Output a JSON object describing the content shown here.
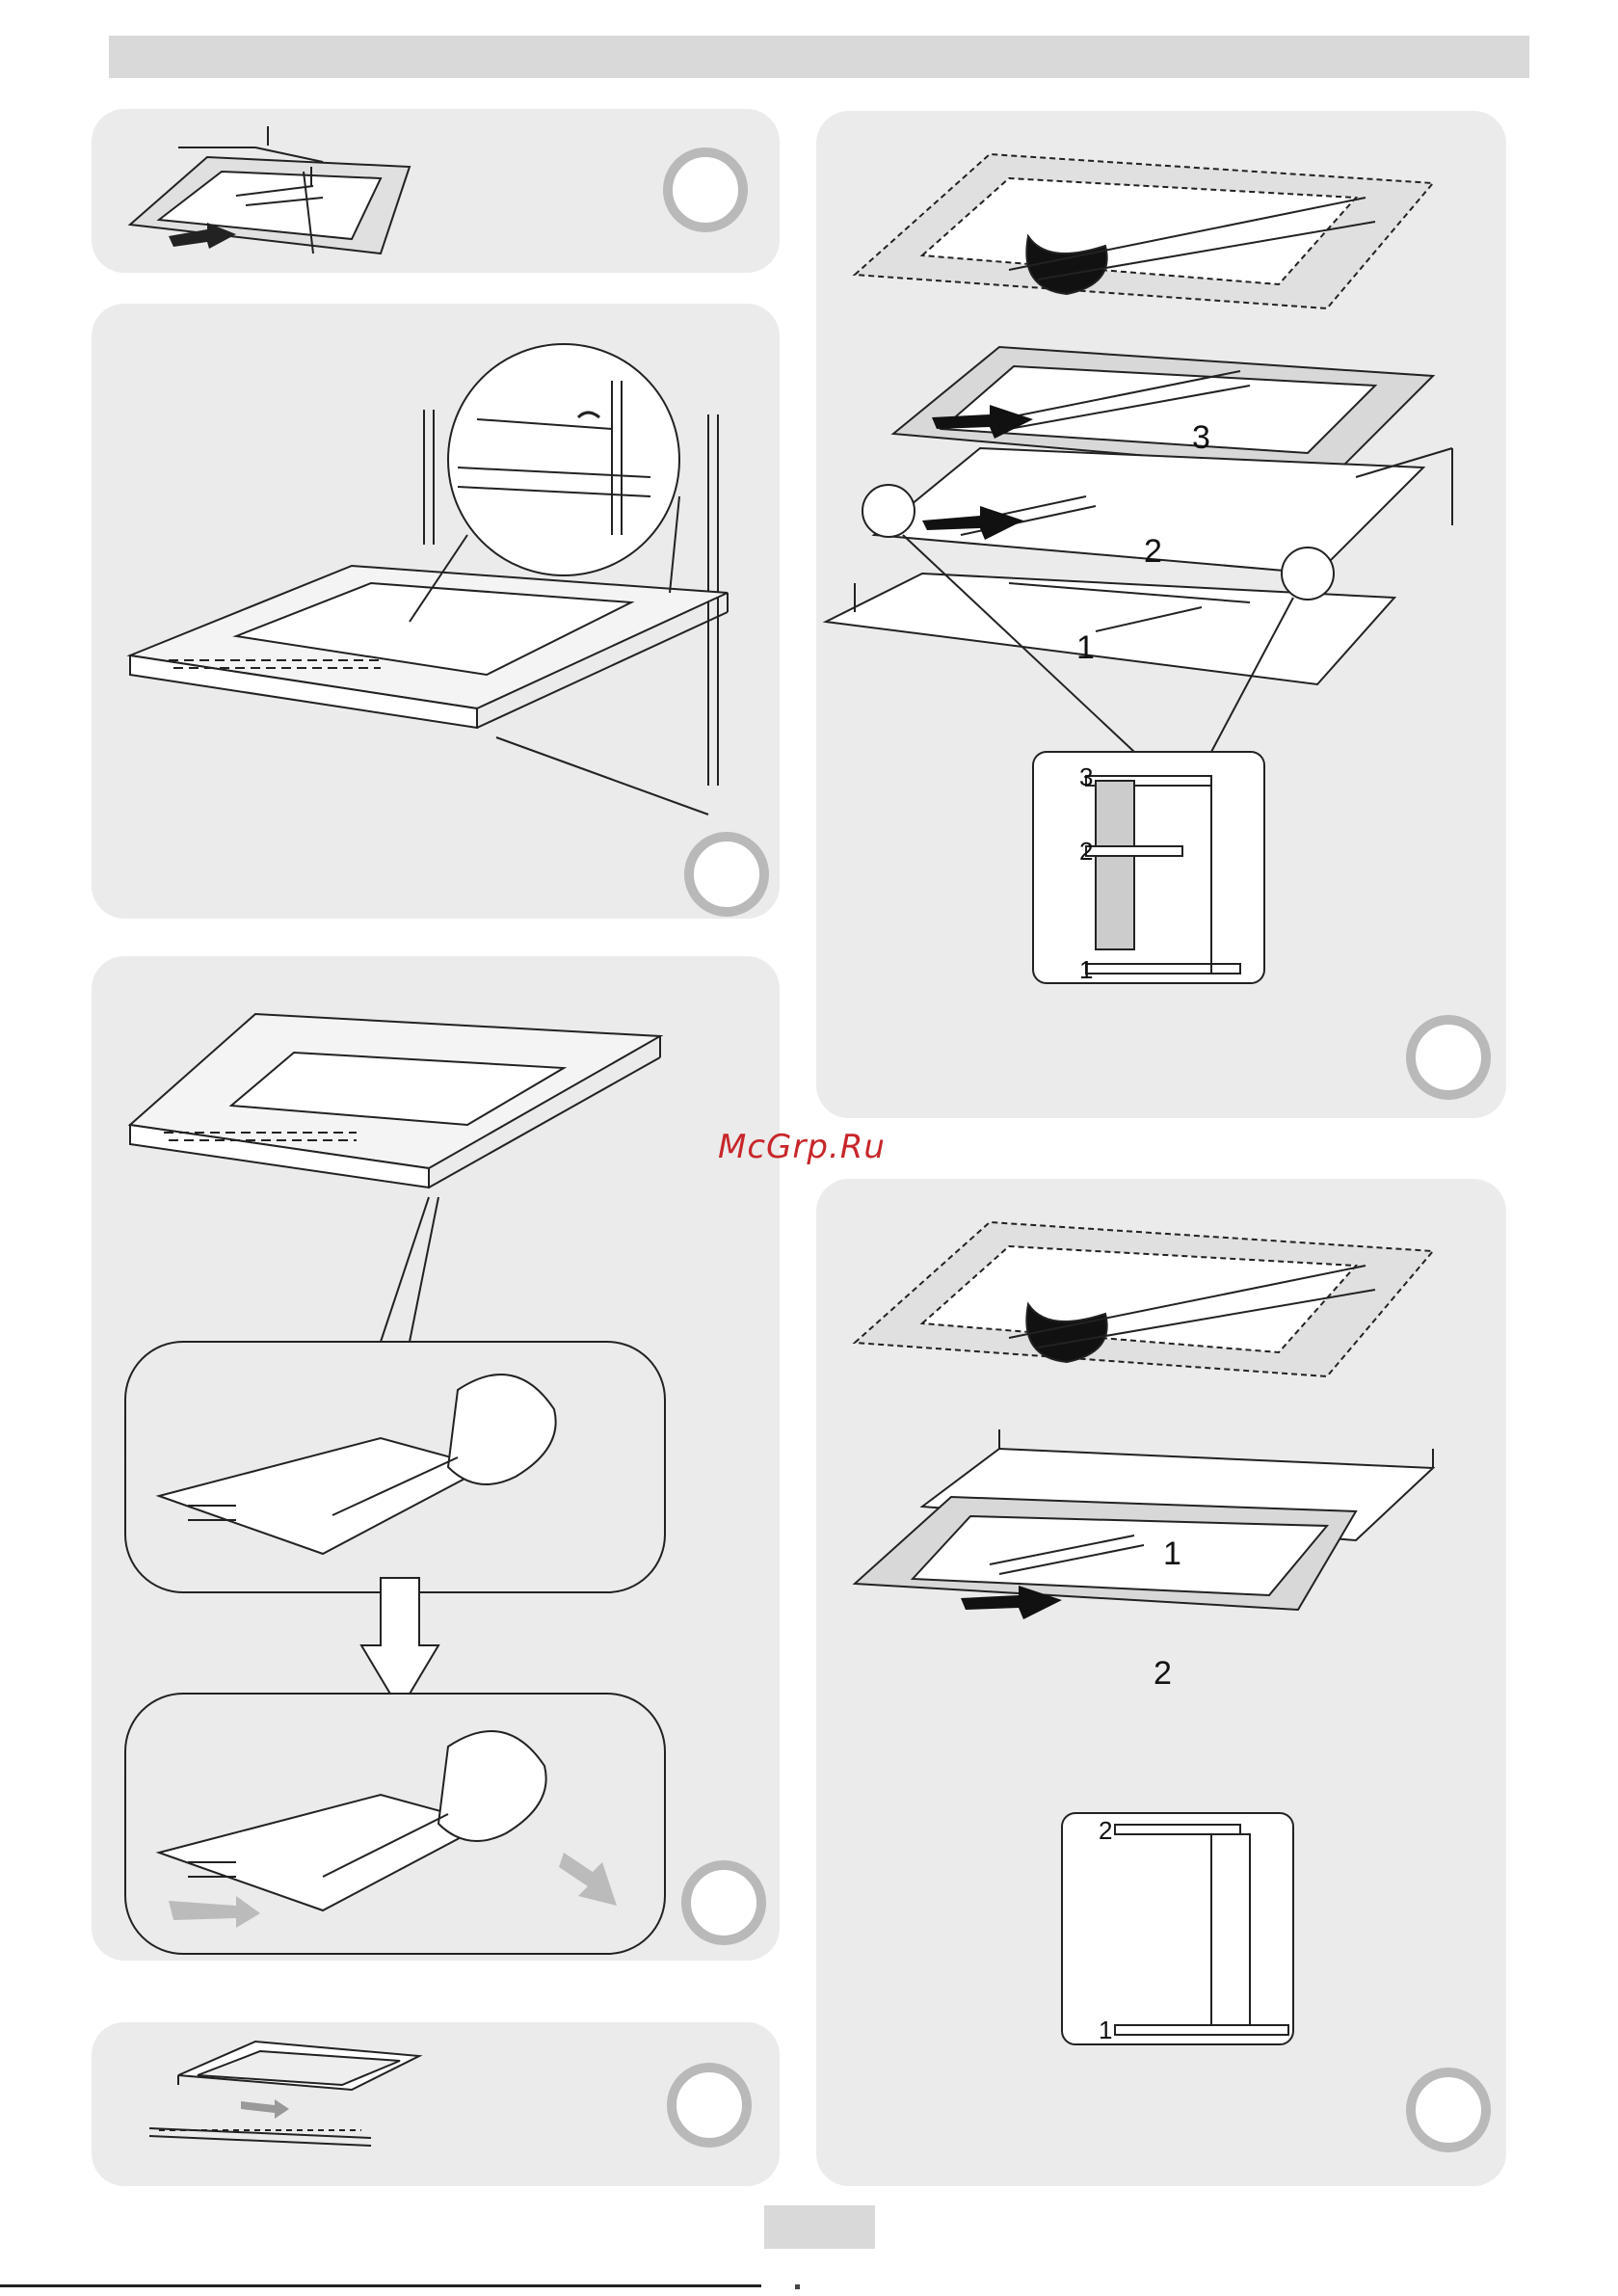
{
  "watermark": {
    "text": "McGrp.Ru"
  },
  "panels": {
    "glass_remove_top": {
      "step_circle": "step-number-circle"
    },
    "door_lean": {
      "step_circle": "step-number-circle"
    },
    "screwdriver": {
      "step_circle": "step-number-circle"
    },
    "profile_remove": {
      "step_circle": "step-number-circle"
    },
    "three_glass": {
      "step_circle": "step-number-circle",
      "labels": [
        "3",
        "2",
        "1"
      ],
      "detail_labels": [
        "3",
        "2",
        "1"
      ]
    },
    "two_glass": {
      "step_circle": "step-number-circle",
      "labels": [
        "1",
        "2"
      ],
      "detail_labels": [
        "2",
        "1"
      ]
    }
  },
  "icons": [
    "arrow-icon",
    "crossed-out-icon",
    "hand-icon",
    "screwdriver-icon"
  ],
  "colors": {
    "panel_bg": "#ebebeb",
    "header_bar": "#d9d9d9",
    "circle_ring": "#b9b9b9",
    "watermark": "#c8262a"
  }
}
